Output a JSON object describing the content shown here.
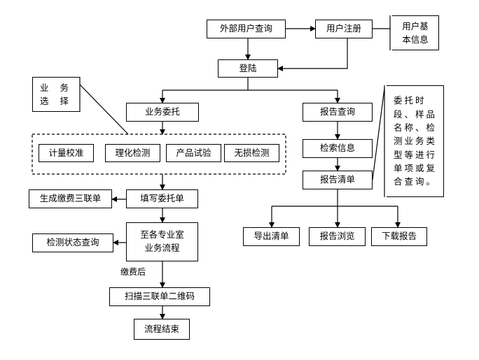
{
  "nodes": {
    "external_query": "外部用户查询",
    "user_register": "用户注册",
    "user_basic_info": "用户基\n本信息",
    "login": "登陆",
    "business_options": "业 务\n选 择",
    "business_entrust": "业务委托",
    "measurement_calibration": "计量校准",
    "physchem_test": "理化检测",
    "product_test": "产品试验",
    "ndt_test": "无损检测",
    "fill_entrust_form": "填写委托单",
    "generate_triplicate": "生成缴费三联单",
    "to_dept_flow": "至各专业室\n业务流程",
    "status_query": "检测状态查询",
    "scan_qr": "扫描三联单二维码",
    "flow_end": "流程结束",
    "report_query": "报告查询",
    "retrieve_info": "检索信息",
    "report_list": "报告清单",
    "query_note": "委托时\n段、样品\n名称、检\n测业务类\n型等进行\n单项或复\n合查询。",
    "export_list": "导出清单",
    "report_browse": "报告浏览",
    "download_report": "下载报告"
  },
  "edge_labels": {
    "after_payment": "缴费后"
  }
}
